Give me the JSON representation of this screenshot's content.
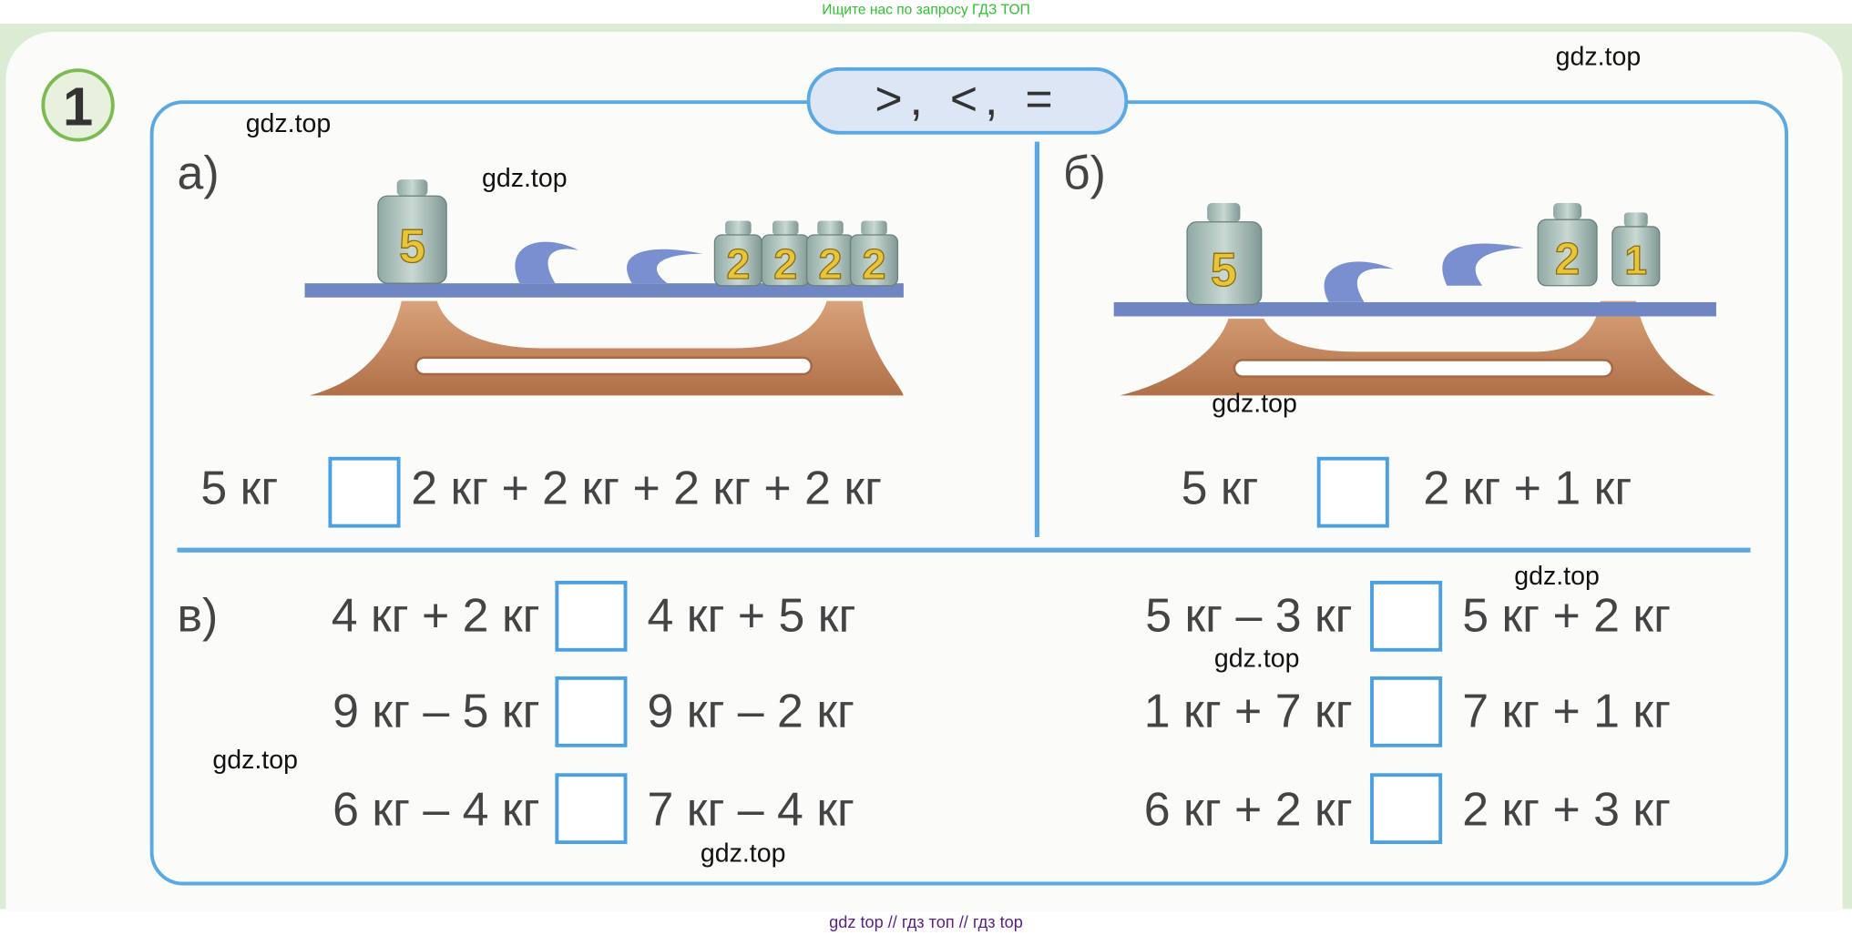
{
  "top_caption": "Ищите нас по запросу ГДЗ ТОП",
  "exercise_number": "1",
  "signs_pill": ">, <, =",
  "part_a": {
    "label": "а)",
    "left": "5 кг",
    "right": "2 кг + 2 кг + 2 кг + 2 кг",
    "weights": {
      "left": [
        "5"
      ],
      "right": [
        "2",
        "2",
        "2",
        "2"
      ]
    }
  },
  "part_b": {
    "label": "б)",
    "left": "5 кг",
    "right": "2 кг + 1 кг",
    "weights": {
      "left": [
        "5"
      ],
      "right": [
        "2",
        "1"
      ]
    }
  },
  "part_c": {
    "label": "в)",
    "rows": [
      {
        "left": "4 кг + 2 кг",
        "right": "4 кг + 5 кг"
      },
      {
        "left": "9 кг – 5 кг",
        "right": "9 кг – 2 кг"
      },
      {
        "left": "6 кг – 4 кг",
        "right": "7 кг – 4 кг"
      },
      {
        "left": "5 кг – 3 кг",
        "right": "5 кг + 2 кг"
      },
      {
        "left": "1 кг + 7 кг",
        "right": "7 кг + 1 кг"
      },
      {
        "left": "6 кг + 2 кг",
        "right": "2 кг + 3 кг"
      }
    ]
  },
  "watermarks": [
    "gdz.top",
    "gdz.top",
    "gdz.top",
    "gdz.top",
    "gdz.top",
    "gdz.top",
    "gdz.top",
    "gdz.top"
  ],
  "bottom_caption": "gdz top  //  гдз топ  //  гдз top"
}
